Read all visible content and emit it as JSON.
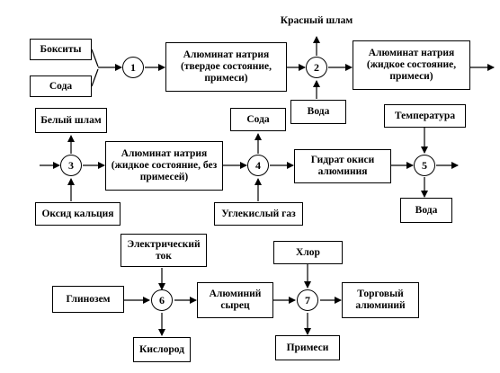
{
  "diagram": {
    "boxes": {
      "bauxite": "Бокситы",
      "soda_in": "Сода",
      "red_mud": "Красный шлам",
      "sodium_aluminate_solid": "Алюминат натрия (твердое состояние, примеси)",
      "water_in": "Вода",
      "sodium_aluminate_liquid_impure": "Алюминат натрия (жидкое состояние, примеси)",
      "white_mud": "Белый шлам",
      "calcium_oxide": "Оксид кальция",
      "sodium_aluminate_liquid_pure": "Алюминат натрия (жидкое состояние, без примесей)",
      "soda_out": "Сода",
      "carbon_dioxide": "Углекислый газ",
      "aluminium_hydroxide": "Гидрат окиси алюминия",
      "temperature": "Температура",
      "water_out": "Вода",
      "electric_current": "Электрический ток",
      "alumina": "Глинозем",
      "oxygen": "Кислород",
      "raw_aluminium": "Алюминий сырец",
      "chlorine": "Хлор",
      "impurities": "Примеси",
      "commercial_aluminium": "Торговый алюминий"
    },
    "nodes": [
      "1",
      "2",
      "3",
      "4",
      "5",
      "6",
      "7"
    ]
  }
}
